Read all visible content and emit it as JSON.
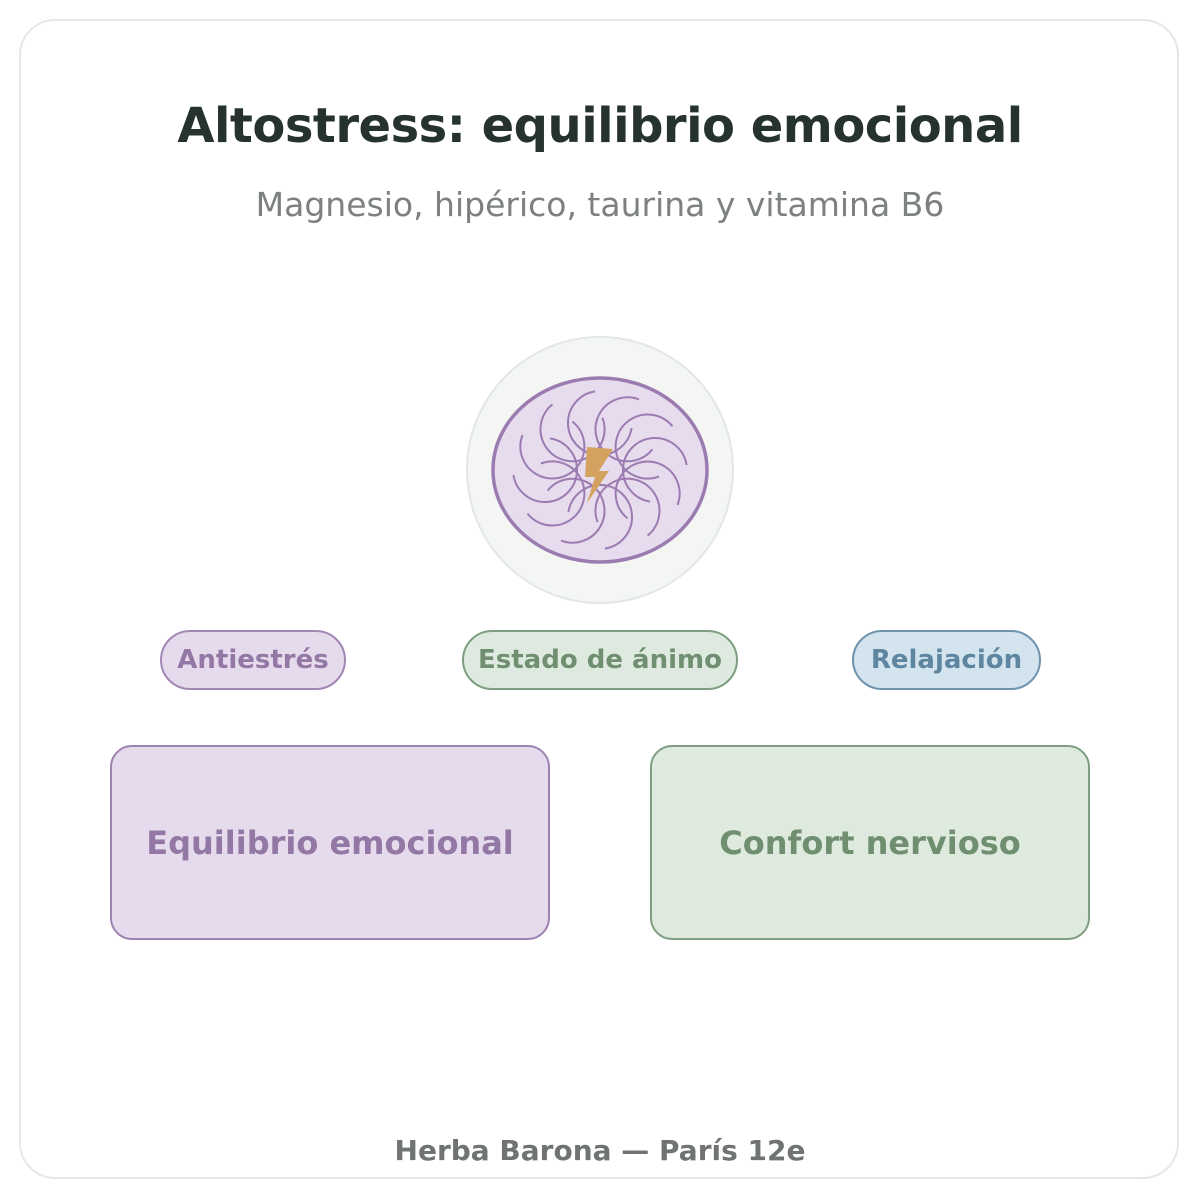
{
  "header": {
    "title": "Altostress: equilibrio emocional",
    "subtitle": "Magnesio, hipérico, taurina y vitamina B6"
  },
  "emblem": {
    "icon": "flower-lightning-icon",
    "colors": {
      "outer_ring": "#f4f6f4",
      "flower_fill": "#e7dcee",
      "flower_stroke": "#9b7bb0",
      "bolt": "#d3a25e"
    }
  },
  "tags": [
    {
      "label": "Antiestrés",
      "color": "#9378a6"
    },
    {
      "label": "Estado de ánimo",
      "color": "#6f8f70"
    },
    {
      "label": "Relajación",
      "color": "#5f86a1"
    }
  ],
  "benefits": [
    {
      "label": "Equilibrio emocional",
      "color": "#9378a6"
    },
    {
      "label": "Confort nervioso",
      "color": "#6f8f70"
    }
  ],
  "footer": {
    "text": "Herba Barona — París 12e"
  }
}
